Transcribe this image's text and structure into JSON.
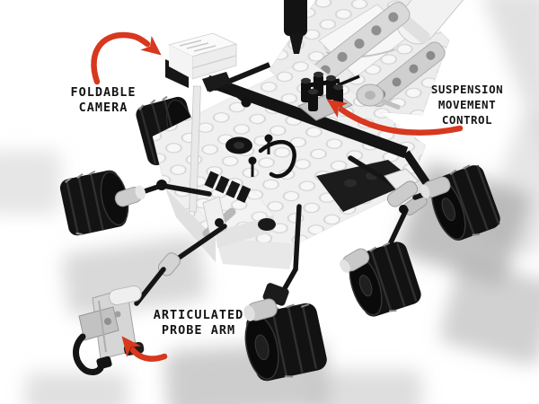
{
  "colors": {
    "background": "#ffffff",
    "arrow": "#d7381e",
    "label": "#141414",
    "brick_white": "#f0f0f0",
    "part_black": "#141414",
    "part_gray": "#c8c8c8",
    "shadow": "#b5b5b5"
  },
  "annotations": {
    "camera": {
      "lines": [
        "FOLDABLE",
        "CAMERA"
      ]
    },
    "suspension": {
      "lines": [
        "SUSPENSION",
        "MOVEMENT",
        "CONTROL"
      ]
    },
    "probe": {
      "lines": [
        "ARTICULATED",
        "PROBE ARM"
      ]
    }
  }
}
